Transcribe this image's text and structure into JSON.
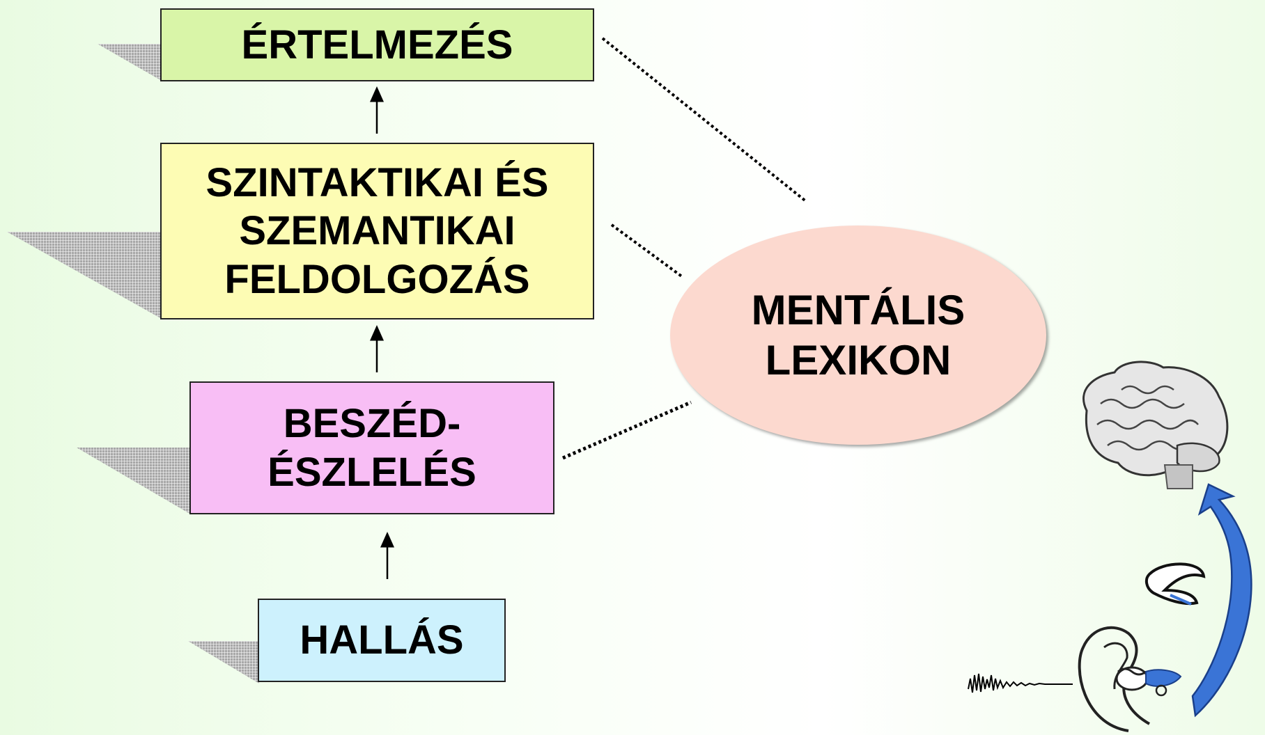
{
  "diagram": {
    "boxes": [
      {
        "id": "ertelmezes",
        "label": "ÉRTELMEZÉS",
        "color": "#d9f5a8"
      },
      {
        "id": "szintaktikai",
        "label": "SZINTAKTIKAI ÉS\nSZEMANTIKAI\nFELDOLGOZÁS",
        "color": "#fdfcb4"
      },
      {
        "id": "beszed",
        "label": "BESZÉD-\nÉSZLELÉS",
        "color": "#f8bef5"
      },
      {
        "id": "hallas",
        "label": "HALLÁS",
        "color": "#cdf1fd"
      }
    ],
    "ellipse": {
      "label": "MENTÁLIS\nLEXIKON",
      "color": "#fcd9cf"
    },
    "flow": "bottom-to-top",
    "connectors": "dotted lines from boxes to ellipse"
  },
  "illustration": {
    "icons": [
      "brain-icon",
      "ear-icon",
      "sound-wave-icon",
      "blue-arrow-icon"
    ]
  }
}
